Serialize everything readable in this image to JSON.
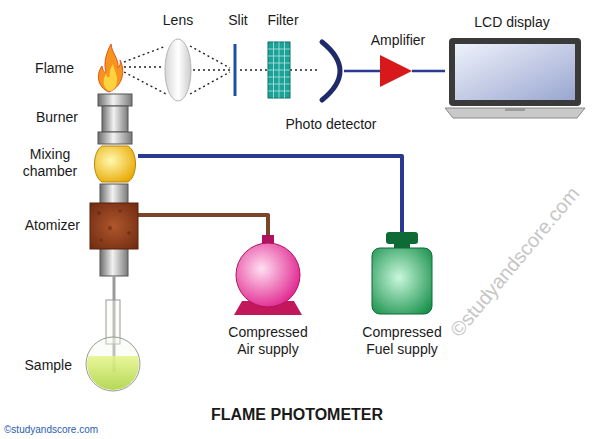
{
  "diagram": {
    "title": "FLAME PHOTOMETER",
    "nodes": [
      {
        "text": [
          "Flame"
        ]
      },
      {
        "text": [
          "Burner"
        ]
      },
      {
        "text": [
          "Mixing chamber"
        ]
      },
      {
        "text": [
          "Atomizer"
        ]
      },
      {
        "text": [
          "Sample"
        ]
      },
      {
        "text": [
          "Lens"
        ]
      },
      {
        "text": [
          "Slit"
        ]
      },
      {
        "text": [
          "Filter"
        ]
      },
      {
        "text": [
          "Photo detector"
        ]
      },
      {
        "text": [
          "Amplifier"
        ]
      },
      {
        "text": [
          "LCD display"
        ]
      },
      {
        "text": [
          "Compressed Air supply"
        ]
      },
      {
        "text": [
          "Compressed Fuel supply"
        ]
      }
    ],
    "edges": [
      {
        "from": 0,
        "to": 5,
        "arrow": "none"
      },
      {
        "from": 5,
        "to": 6,
        "arrow": "none"
      },
      {
        "from": 6,
        "to": 7,
        "arrow": "none"
      },
      {
        "from": 7,
        "to": 8,
        "arrow": "none"
      },
      {
        "from": 8,
        "to": 9,
        "arrow": "none"
      },
      {
        "from": 9,
        "to": 10,
        "arrow": "none"
      },
      {
        "from": 11,
        "to": 3,
        "arrow": "none"
      },
      {
        "from": 12,
        "to": 2,
        "arrow": "none"
      }
    ],
    "labels": [
      "©studyandscore.com",
      "©studyandscore.com"
    ]
  }
}
